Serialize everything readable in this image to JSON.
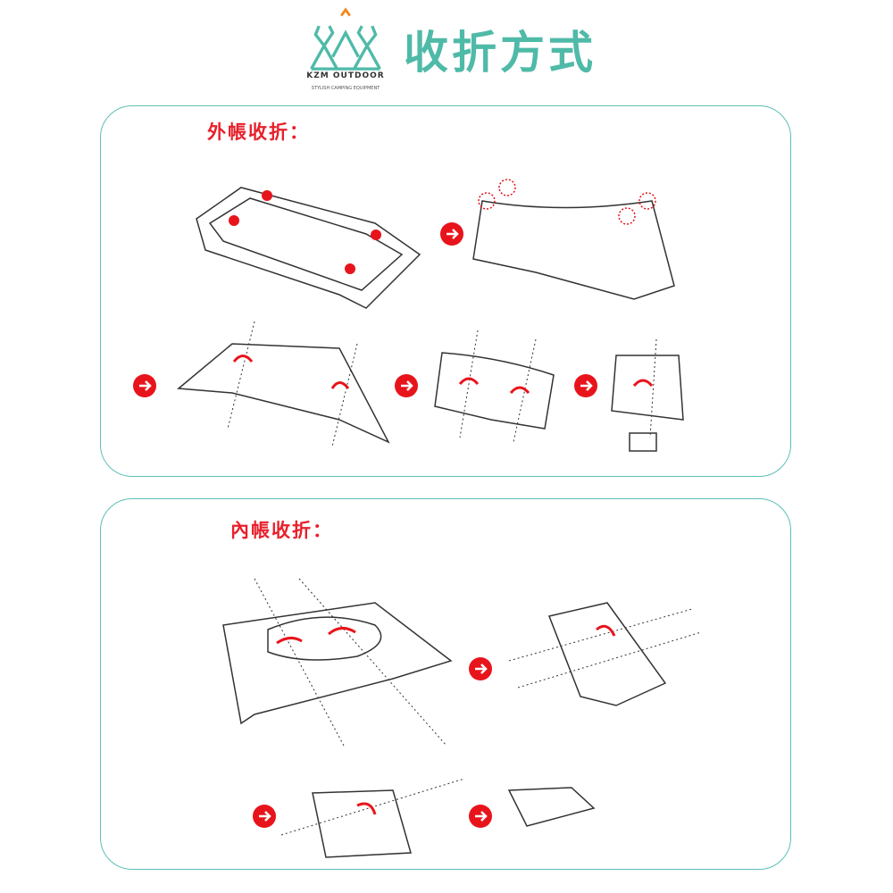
{
  "header": {
    "title": "收折方式",
    "logo": {
      "brand": "KZM OUTDOOR",
      "tagline": "STYLISH CAMPING EQUIPMENT"
    },
    "colors": {
      "teal": "#4fbaa8",
      "orange": "#f08a1c"
    }
  },
  "sections": [
    {
      "title": "外帳收折：",
      "steps": 5
    },
    {
      "title": "內帳收折：",
      "steps": 4
    }
  ],
  "colors": {
    "accent_red": "#e8141c",
    "panel_border": "#5dbfb6"
  },
  "icons": {
    "step_arrow": "arrow-right-circle-icon",
    "fold_arrow": "curved-arrow-icon"
  }
}
